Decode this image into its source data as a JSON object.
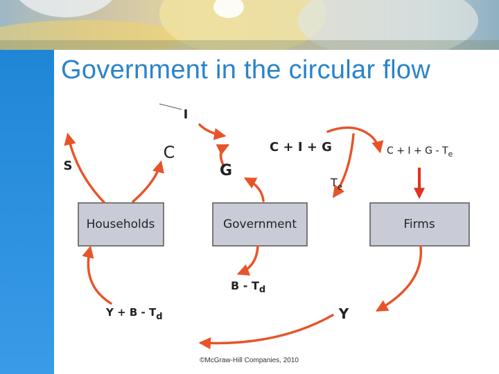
{
  "slide": {
    "title": "Government in the circular flow",
    "credit": "©McGraw-Hill Companies, 2010"
  },
  "diagram": {
    "boxes": {
      "households": "Households",
      "government": "Government",
      "firms": "Firms"
    },
    "labels": {
      "investment": "I",
      "saving": "S",
      "consumption": "C",
      "total_spending": "C + I + G",
      "government_spending": "G",
      "firm_receipts_main": "C + I + G - T",
      "firm_receipts_sub": "e",
      "expenditure_tax_main": "T",
      "expenditure_tax_sub": "e",
      "net_transfers_main": "B - T",
      "net_transfers_sub": "d",
      "disposable_income_main": "Y + B - T",
      "disposable_income_sub": "d",
      "income": "Y"
    },
    "colors": {
      "arrow": "#e8542a",
      "firms_arrow": "#e0321f",
      "box_fill": "#c9ccd6",
      "box_stroke": "#555555"
    }
  }
}
